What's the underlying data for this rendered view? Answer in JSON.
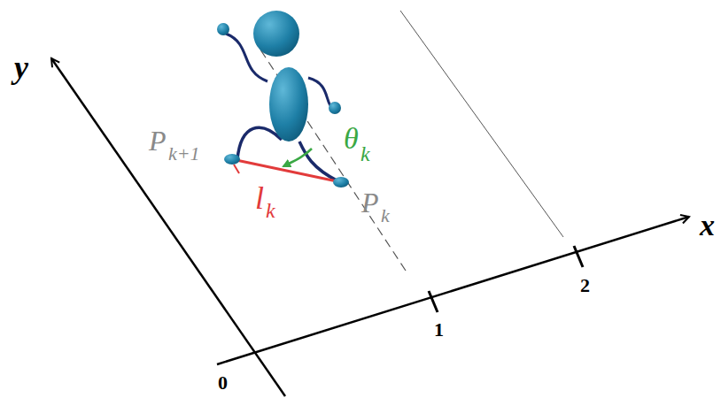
{
  "diagram": {
    "labels": [
      "y",
      "x",
      "0",
      "1",
      "2",
      "P",
      "k+1",
      "θ",
      "k",
      "l",
      "k",
      "P",
      "k"
    ]
  }
}
